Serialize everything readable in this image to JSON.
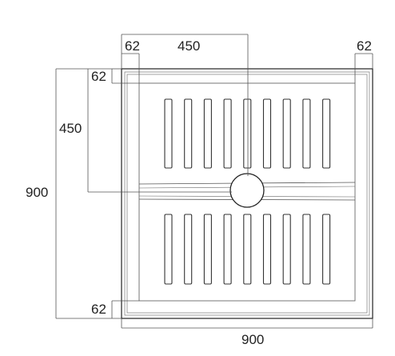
{
  "dimensions": {
    "top_left_margin": "62",
    "top_half_width": "450",
    "top_right_margin": "62",
    "left_top_margin": "62",
    "left_half_height": "450",
    "total_height": "900",
    "bottom_left_margin": "62",
    "total_width": "900"
  },
  "tray": {
    "slots_per_row": 9,
    "slot_rows": 2
  }
}
